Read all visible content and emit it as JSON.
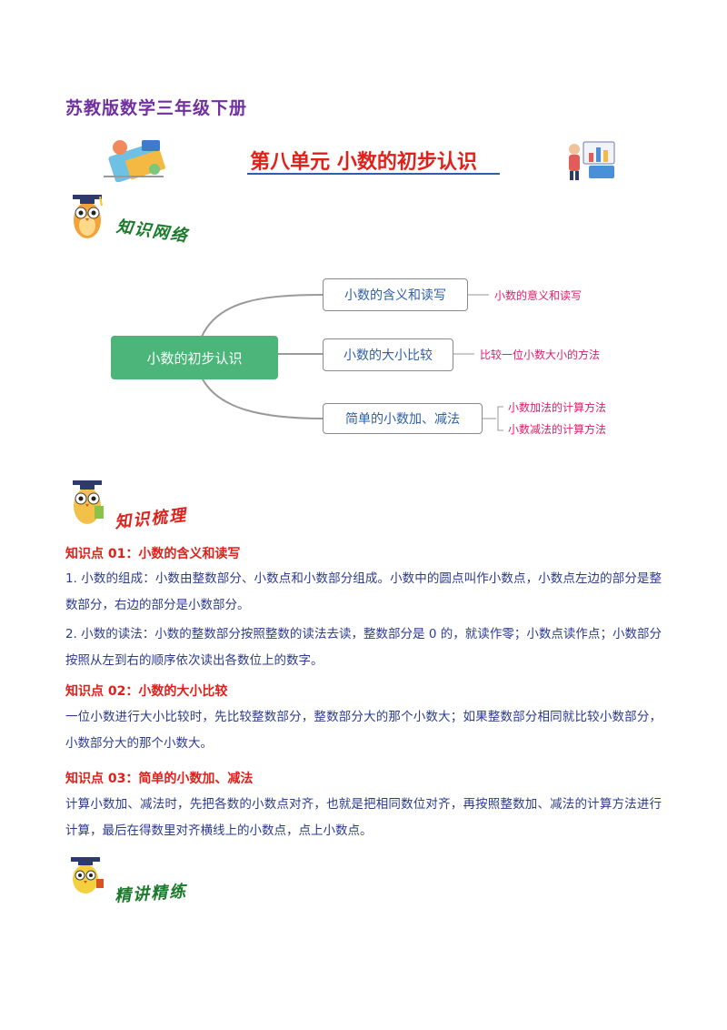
{
  "header": {
    "book_title": "苏教版数学三年级下册",
    "unit_title": "第八单元  小数的初步认识"
  },
  "sections": {
    "network": "知识网络",
    "review": "知识梳理",
    "practice": "精讲精练"
  },
  "mindmap": {
    "root": "小数的初步认识",
    "branches": [
      {
        "label": "小数的含义和读写",
        "leaves": [
          "小数的意义和读写"
        ]
      },
      {
        "label": "小数的大小比较",
        "leaves": [
          "比较一位小数大小的方法"
        ]
      },
      {
        "label": "简单的小数加、减法",
        "leaves": [
          "小数加法的计算方法",
          "小数减法的计算方法"
        ]
      }
    ]
  },
  "knowledge_points": [
    {
      "heading": "知识点 01：小数的含义和读写",
      "paragraphs": [
        "1.  小数的组成：小数由整数部分、小数点和小数部分组成。小数中的圆点叫作小数点，小数点左边的部分是整数部分，右边的部分是小数部分。",
        "2.  小数的读法：小数的整数部分按照整数的读法去读，整数部分是 0 的，就读作零；小数点读作点；小数部分按照从左到右的顺序依次读出各数位上的数字。"
      ]
    },
    {
      "heading": "知识点 02：小数的大小比较",
      "paragraphs": [
        "一位小数进行大小比较时，先比较整数部分，整数部分大的那个小数大；如果整数部分相同就比较小数部分，小数部分大的那个小数大。"
      ]
    },
    {
      "heading": "知识点 03：简单的小数加、减法",
      "paragraphs": [
        "计算小数加、减法时，先把各数的小数点对齐，也就是把相同数位对齐，再按照整数加、减法的计算方法进行计算，最后在得数里对齐横线上的小数点，点上小数点。"
      ]
    }
  ]
}
